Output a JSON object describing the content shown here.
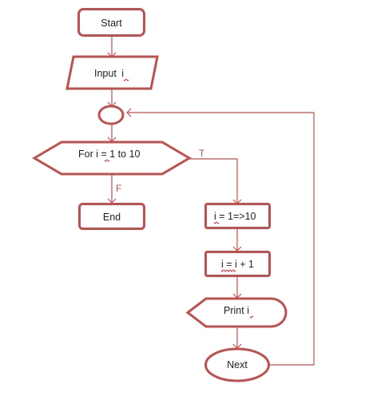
{
  "nodes": {
    "start": "Start",
    "input_prefix": "Input ",
    "input_var": "i",
    "for_prefix": "For ",
    "for_var": "i",
    "for_suffix": " = 1 to 10",
    "end": "End",
    "assign_var": "i",
    "assign_rest": " = 1=>10",
    "incr_var1": "i",
    "incr_eq": " = ",
    "incr_var2": "i",
    "incr_rest": " + 1",
    "print_prefix": "Print ",
    "print_var": "i",
    "next": "Next"
  },
  "edges": {
    "true_label": "T",
    "false_label": "F"
  },
  "colors": {
    "stroke": "#c0504d",
    "text": "#1f1f1f",
    "spellcheck": "#d62b2b"
  }
}
